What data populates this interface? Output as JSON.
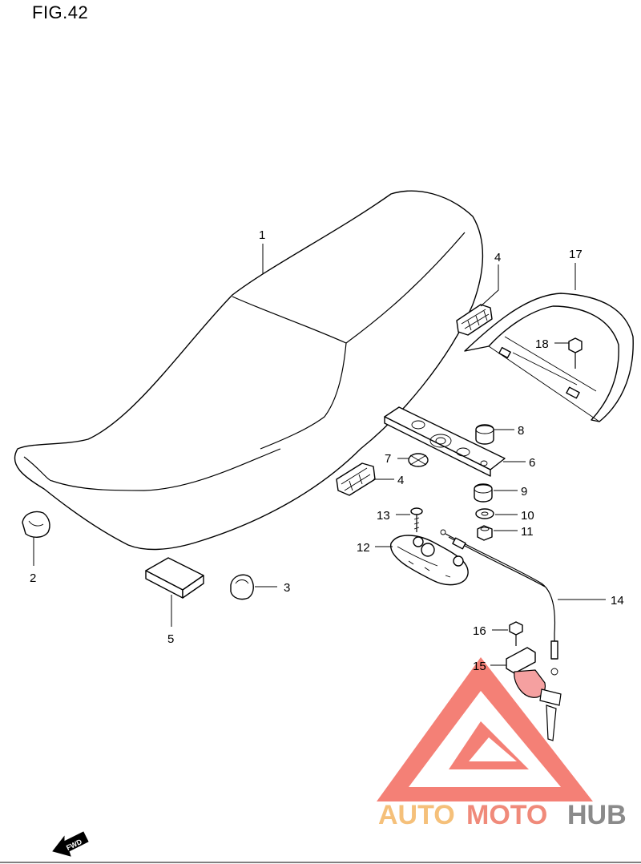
{
  "figure": {
    "title": "FIG.42"
  },
  "callouts": [
    {
      "id": "1",
      "label": "1"
    },
    {
      "id": "2",
      "label": "2"
    },
    {
      "id": "3",
      "label": "3"
    },
    {
      "id": "4a",
      "label": "4"
    },
    {
      "id": "4b",
      "label": "4"
    },
    {
      "id": "5",
      "label": "5"
    },
    {
      "id": "6",
      "label": "6"
    },
    {
      "id": "7",
      "label": "7"
    },
    {
      "id": "8",
      "label": "8"
    },
    {
      "id": "9",
      "label": "9"
    },
    {
      "id": "10",
      "label": "10"
    },
    {
      "id": "11",
      "label": "11"
    },
    {
      "id": "12",
      "label": "12"
    },
    {
      "id": "13",
      "label": "13"
    },
    {
      "id": "14",
      "label": "14"
    },
    {
      "id": "15",
      "label": "15"
    },
    {
      "id": "16",
      "label": "16"
    },
    {
      "id": "17",
      "label": "17"
    },
    {
      "id": "18",
      "label": "18"
    }
  ],
  "direction_marker": {
    "label": "FWD"
  },
  "watermark": {
    "part1": "AUTO",
    "part2": "MOTO",
    "part3": "HUB",
    "colors": {
      "auto": "#f5c07a",
      "moto": "#f08a7a",
      "hub": "#8a8a8a",
      "triangle": "#f26a5e"
    }
  },
  "colors": {
    "line": "#000000",
    "background": "#ffffff",
    "lock_tint": "#f5a0a0"
  }
}
